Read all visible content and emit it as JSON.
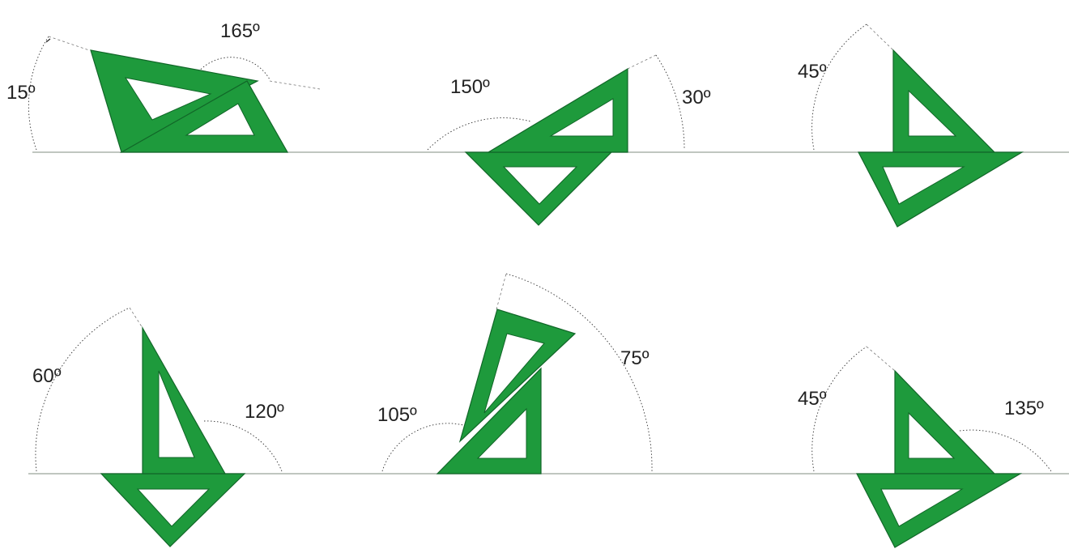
{
  "angle_labels": {
    "a15": "15º",
    "a165": "165º",
    "a150": "150º",
    "a30": "30º",
    "a45_top": "45º",
    "a60": "60º",
    "a120": "120º",
    "a105": "105º",
    "a75": "75º",
    "a45_bottom": "45º",
    "a135": "135º"
  },
  "colors": {
    "set_square": "#1e9a3c",
    "set_square_edge": "#116628",
    "baseline": "#9aa39a"
  }
}
